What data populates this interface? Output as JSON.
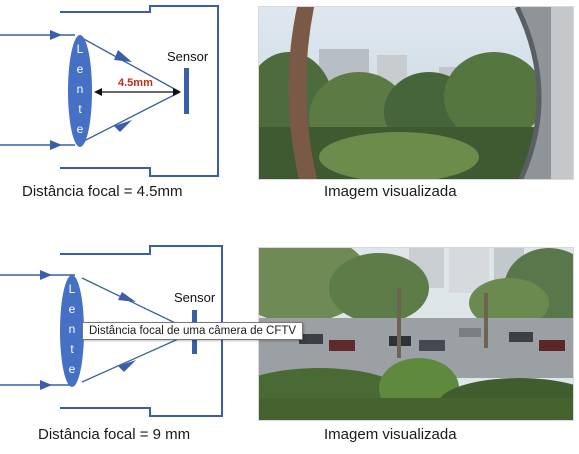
{
  "top": {
    "lens_label": "Lente",
    "lens_letters": [
      "L",
      "e",
      "n",
      "t",
      "e"
    ],
    "sensor_label": "Sensor",
    "distance_label": "4.5mm",
    "focal_caption": "Distância focal = 4.5mm",
    "image_caption": "Imagem visualizada",
    "photo_description_icon": "wide-angle-fisheye-photo"
  },
  "bottom": {
    "lens_label": "Lente",
    "lens_letters": [
      "L",
      "e",
      "n",
      "t",
      "e"
    ],
    "sensor_label": "Sensor",
    "focal_caption": "Distância focal = 9 mm",
    "image_caption": "Imagem visualizada",
    "photo_description_icon": "telephoto-parking-lot-photo"
  },
  "tooltip": {
    "text": "Distância focal de uma câmera de CFTV"
  },
  "colors": {
    "diagram_blue": "#3a5ea8",
    "lens_fill": "#4670c4",
    "distance_red": "#c8281e"
  }
}
